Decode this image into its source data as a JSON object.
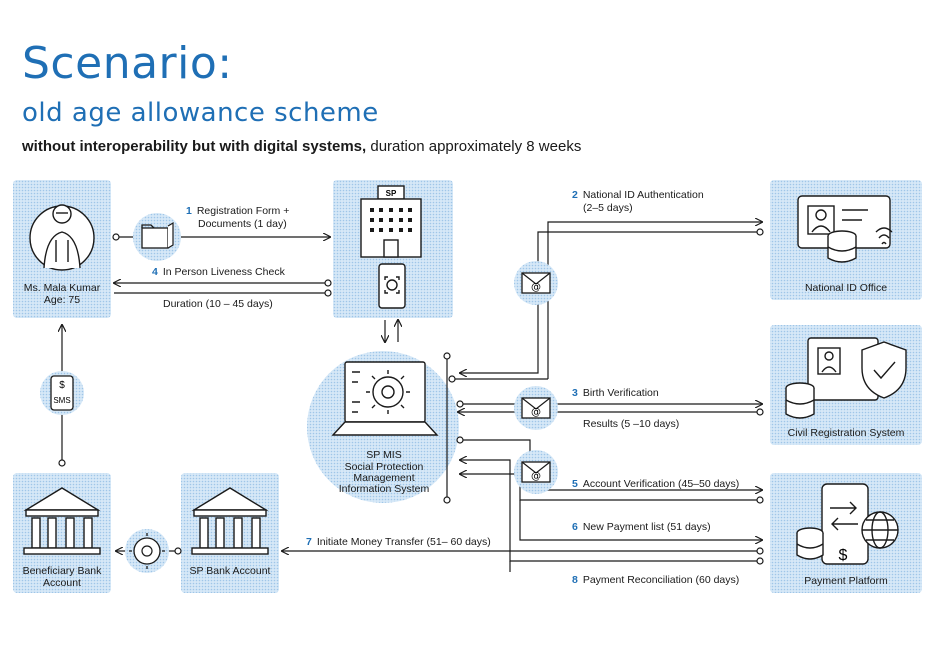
{
  "header": {
    "title": "Scenario:",
    "subtitle": "old age allowance scheme",
    "desc_bold": "without interoperability but with digital systems,",
    "desc_rest": " duration approximately 8 weeks"
  },
  "nodes": {
    "beneficiary_name": "Ms. Mala Kumar",
    "beneficiary_age": "Age: 75",
    "sp_badge": "SP",
    "spmis_title": "SP MIS",
    "spmis_l1": "Social Protection",
    "spmis_l2": "Management",
    "spmis_l3": "Information System",
    "national_id": "National ID Office",
    "civil_reg": "Civil Registration System",
    "payment_platform": "Payment Platform",
    "beneficiary_bank_l1": "Beneficiary Bank",
    "beneficiary_bank_l2": "Account",
    "sp_bank": "SP Bank Account",
    "sms_text": "SMS",
    "dollar": "$"
  },
  "steps": {
    "s1_num": "1",
    "s1_l1": "Registration Form +",
    "s1_l2": "Documents (1 day)",
    "s2_num": "2",
    "s2_l1": "National ID Authentication",
    "s2_l2": "(2–5 days)",
    "s3_num": "3",
    "s3_l1": "Birth Verification",
    "s3_l2": "Results (5 –10 days)",
    "s4_num": "4",
    "s4_l1": "In Person Liveness Check",
    "s4_l2": "Duration (10 – 45 days)",
    "s5_num": "5",
    "s5_l1": "Account Verification (45–50 days)",
    "s6_num": "6",
    "s6_l1": "New Payment list (51 days)",
    "s7_num": "7",
    "s7_l1": "Initiate Money Transfer (51– 60 days)",
    "s8_num": "8",
    "s8_l1": "Payment Reconciliation (60 days)"
  },
  "colors": {
    "accent": "#1f6fb5",
    "box_fill": "#cfe3f4",
    "line": "#1a1a1a"
  }
}
